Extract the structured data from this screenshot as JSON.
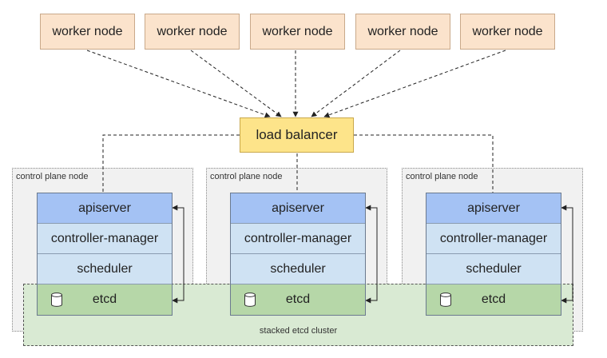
{
  "workers": [
    {
      "label": "worker node"
    },
    {
      "label": "worker node"
    },
    {
      "label": "worker node"
    },
    {
      "label": "worker node"
    },
    {
      "label": "worker node"
    }
  ],
  "load_balancer": {
    "label": "load balancer"
  },
  "control_planes": [
    {
      "label": "control plane node",
      "components": [
        "apiserver",
        "controller-manager",
        "scheduler",
        "etcd"
      ]
    },
    {
      "label": "control plane node",
      "components": [
        "apiserver",
        "controller-manager",
        "scheduler",
        "etcd"
      ]
    },
    {
      "label": "control plane node",
      "components": [
        "apiserver",
        "controller-manager",
        "scheduler",
        "etcd"
      ]
    }
  ],
  "etcd_cluster": {
    "label": "stacked etcd cluster"
  },
  "icons": {
    "etcd": "database-icon"
  },
  "colors": {
    "worker": "#fbe3cc",
    "load_balancer": "#fde48a",
    "apiserver": "#a4c2f4",
    "controller_scheduler": "#cfe2f3",
    "etcd": "#b6d7a8",
    "cluster_background": "#d9ead3",
    "control_plane_background": "#f1f1f1"
  }
}
